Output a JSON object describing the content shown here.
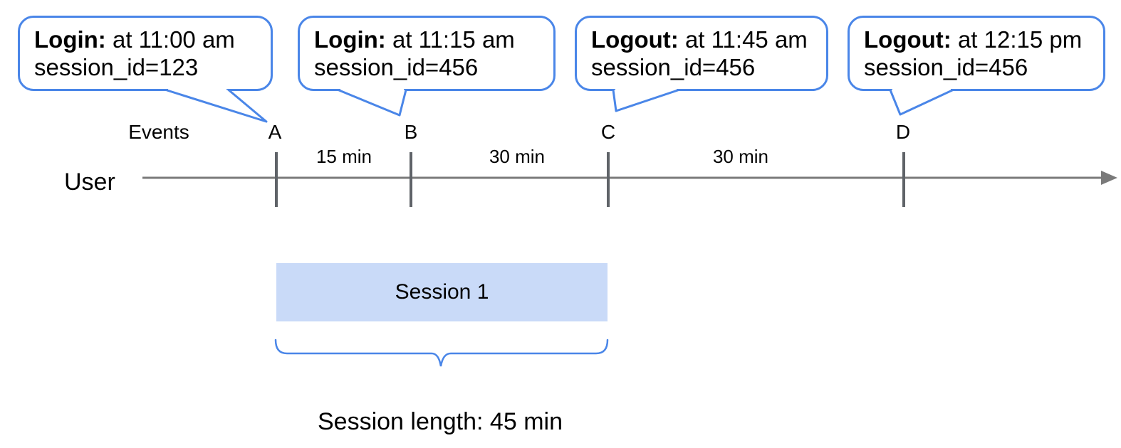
{
  "colors": {
    "accent_blue": "#4a86e8",
    "session_fill": "#c9daf8",
    "timeline_gray": "#7a7a7a",
    "tick_gray": "#5f6368",
    "text_color": "#000000"
  },
  "callouts": [
    {
      "event": "Login:",
      "time": "at 11:00 am",
      "session": "session_id=123"
    },
    {
      "event": "Login:",
      "time": "at 11:15 am",
      "session": "session_id=456"
    },
    {
      "event": "Logout:",
      "time": "at 11:45 am",
      "session": "session_id=456"
    },
    {
      "event": "Logout:",
      "time": "at 12:15 pm",
      "session": "session_id=456"
    }
  ],
  "timeline": {
    "events_label": "Events",
    "axis_label": "User",
    "markers": [
      "A",
      "B",
      "C",
      "D"
    ],
    "intervals": [
      "15 min",
      "30 min",
      "30 min"
    ]
  },
  "session": {
    "box_label": "Session 1",
    "length_label": "Session length: 45 min"
  }
}
